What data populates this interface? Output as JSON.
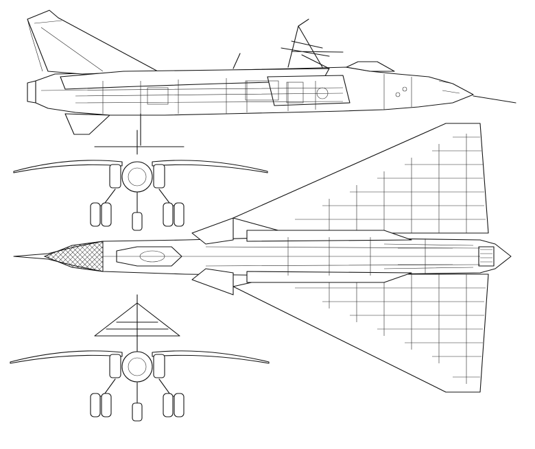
{
  "drawing": {
    "background": "#ffffff",
    "line_color": "#111111",
    "views": [
      {
        "name": "side-view"
      },
      {
        "name": "front-view-swept"
      },
      {
        "name": "top-view"
      },
      {
        "name": "front-view-spread"
      }
    ]
  }
}
